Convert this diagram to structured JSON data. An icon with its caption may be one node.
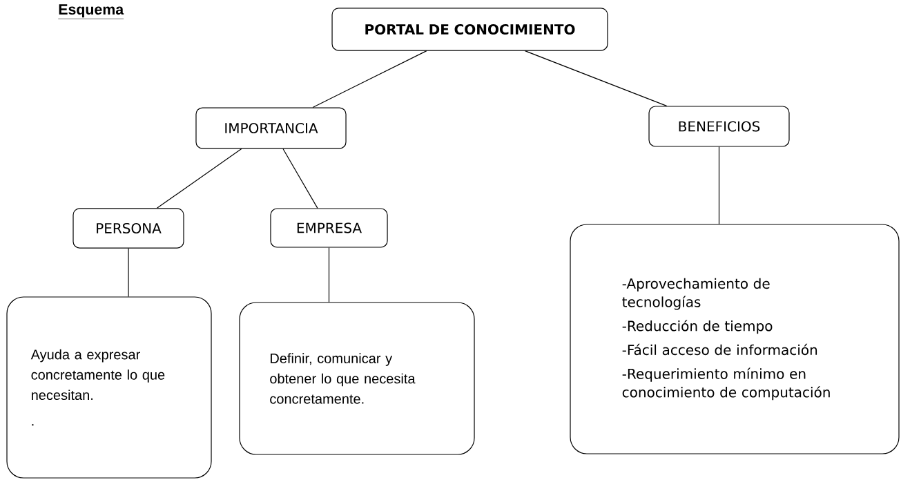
{
  "diagram": {
    "title": "Esquema",
    "nodes": [
      {
        "text": [
          "PORTAL DE CONOCIMIENTO"
        ]
      },
      {
        "text": [
          "IMPORTANCIA"
        ]
      },
      {
        "text": [
          "BENEFICIOS"
        ]
      },
      {
        "text": [
          "PERSONA"
        ]
      },
      {
        "text": [
          "EMPRESA"
        ]
      },
      {
        "text": [
          "Ayuda a expresar concretamente lo que necesitan.",
          "."
        ]
      },
      {
        "text": [
          "Definir, comunicar y obtener lo que necesita concretamente."
        ]
      },
      {
        "text": [
          "-Aprovechamiento de tecnologías",
          "-Reducción de tiempo",
          "-Fácil acceso de información",
          "-Requerimiento mínimo en conocimiento de computación"
        ]
      }
    ],
    "edges": [
      {
        "from": 0,
        "to": 1,
        "arrow": "none"
      },
      {
        "from": 0,
        "to": 2,
        "arrow": "none"
      },
      {
        "from": 1,
        "to": 3,
        "arrow": "none"
      },
      {
        "from": 1,
        "to": 4,
        "arrow": "none"
      },
      {
        "from": 3,
        "to": 5,
        "arrow": "none"
      },
      {
        "from": 4,
        "to": 6,
        "arrow": "none"
      },
      {
        "from": 2,
        "to": 7,
        "arrow": "none"
      }
    ]
  }
}
